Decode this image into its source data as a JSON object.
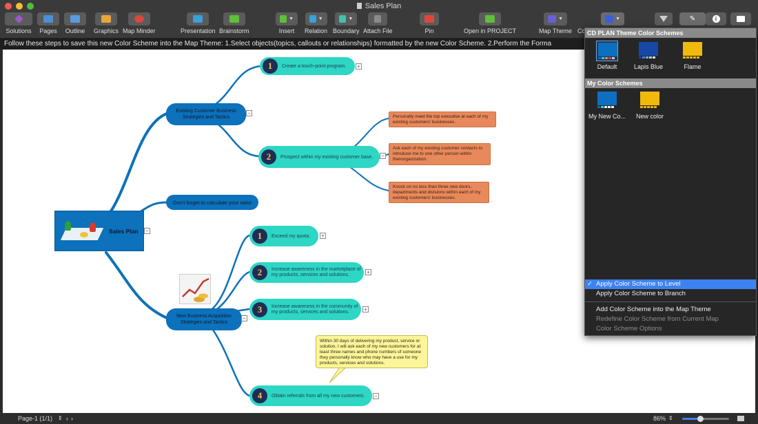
{
  "window": {
    "title": "Sales Plan",
    "traffic_colors": [
      "#ee5a52",
      "#f5bd2f",
      "#4ac140"
    ]
  },
  "toolbar": {
    "items": [
      {
        "label": "Solutions",
        "icon": "diamond-icon",
        "color": "#9b59c7"
      },
      {
        "label": "Pages",
        "icon": "pages-icon",
        "color": "#4d8fd6"
      },
      {
        "label": "Outline",
        "icon": "outline-icon",
        "color": "#5a9be0"
      },
      {
        "label": "Graphics",
        "icon": "image-icon",
        "color": "#e8a63a"
      },
      {
        "label": "Map Minder",
        "icon": "map-minder-icon",
        "color": "#d9483b"
      },
      {
        "label": "Presentation",
        "icon": "presentation-icon",
        "color": "#3b9fd9"
      },
      {
        "label": "Brainstorm",
        "icon": "brainstorm-icon",
        "color": "#5fbf3a"
      },
      {
        "label": "Insert",
        "icon": "insert-icon",
        "color": "#5fbf3a"
      },
      {
        "label": "Relation",
        "icon": "relation-icon",
        "color": "#3b9fd9"
      },
      {
        "label": "Boundary",
        "icon": "boundary-icon",
        "color": "#3ec3b0"
      },
      {
        "label": "Attach File",
        "icon": "attach-file-icon",
        "color": "#8a8a8a"
      },
      {
        "label": "Pin",
        "icon": "pin-icon",
        "color": "#e0473b"
      },
      {
        "label": "Open in PROJECT",
        "icon": "project-icon",
        "color": "#5fbf3a"
      },
      {
        "label": "Map Theme",
        "icon": "map-theme-icon",
        "color": "#6a5fd6"
      },
      {
        "label": "Co",
        "icon": "color-scheme-icon",
        "color": "#3b5fd9"
      },
      {
        "label": "",
        "icon": "filter-icon",
        "color": "#cccccc"
      },
      {
        "label": "",
        "icon": "palette-icon",
        "color": "#ffffff"
      },
      {
        "label": "",
        "icon": "info-icon",
        "color": "#ffffff"
      },
      {
        "label": "",
        "icon": "card-icon",
        "color": "#ffffff"
      }
    ]
  },
  "hint": "Follow these steps to save this new Color Scheme into the Map Theme: 1.Select objects(topics, callouts or relationships) formatted by the new Color Scheme. 2.Perform the Forma",
  "map": {
    "root": "Sales Plan",
    "branches": {
      "existing": "Existing Customer Business Strategies and Tactics",
      "ratio": "Don't forget to calculate your ratio!",
      "new_business": "New Business Acquisition Strategies and Tactics"
    },
    "topics": {
      "t1": {
        "num": "1",
        "text": "Create a touch-point program."
      },
      "t2": {
        "num": "2",
        "text": "Prospect within my existing customer base."
      },
      "n1": {
        "num": "1",
        "text": "Exceed my quota."
      },
      "n2": {
        "num": "2",
        "text": "Increase awareness in the marketplace of my products, services and solutions."
      },
      "n3": {
        "num": "3",
        "text": "Increase awareness in the community of my products, services and solutions."
      },
      "n4": {
        "num": "4",
        "text": "Obtain referrals from all my new customers."
      }
    },
    "callouts": {
      "c1": "Personally meet the top executive at each of my existing customers' businesses.",
      "c2": "Ask each of my existing customer contacts to introduce me to one other person within theirorganization.",
      "c3": "Knock on no less than three new doors, departments and divisions within each of my existing customers' businesses.",
      "yellow": "Within 30 days of delivering my product, service or solution, I will ask each of my new customers for at least three names and phone numbers of someone they personally know who may have a use for my products, services and solutions."
    }
  },
  "status": {
    "page": "Page-1 (1/1)",
    "zoom": "86%"
  },
  "panel": {
    "header1": "CD PLAN Theme Color Schemes",
    "header2": "My Color Schemes",
    "schemes": [
      {
        "label": "Default",
        "color": "#0d6fbf",
        "selected": true
      },
      {
        "label": "Lapis Blue",
        "color": "#1748a8",
        "selected": false
      },
      {
        "label": "Flame",
        "color": "#f0b90c",
        "selected": false
      }
    ],
    "my_schemes": [
      {
        "label": "My New Co...",
        "color": "#0d6fbf"
      },
      {
        "label": "New color",
        "color": "#f0b90c"
      }
    ],
    "menu": {
      "check": "✓",
      "apply_level": "Apply Color Scheme to Level",
      "apply_branch": "Apply Color Scheme to Branch",
      "add_scheme": "Add Color Scheme into the Map Theme",
      "redefine": "Redefine Color Scheme from Current Map",
      "options": "Color Scheme Options"
    }
  }
}
